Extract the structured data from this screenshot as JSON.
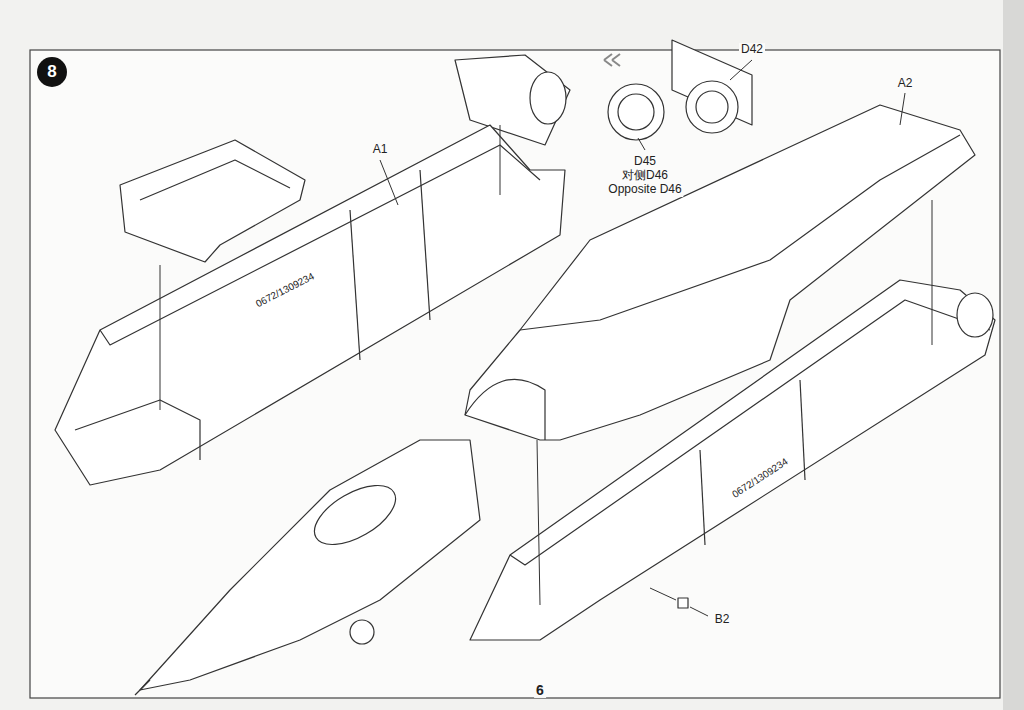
{
  "diagram": {
    "nodes": [
      {
        "text": [
          "8"
        ]
      }
    ],
    "labels": [
      "A1",
      "D42",
      "D45",
      "对侧D46",
      "Opposite D46",
      "A2",
      "0672/1309234",
      "0672/1309234",
      "B2",
      "6"
    ]
  }
}
